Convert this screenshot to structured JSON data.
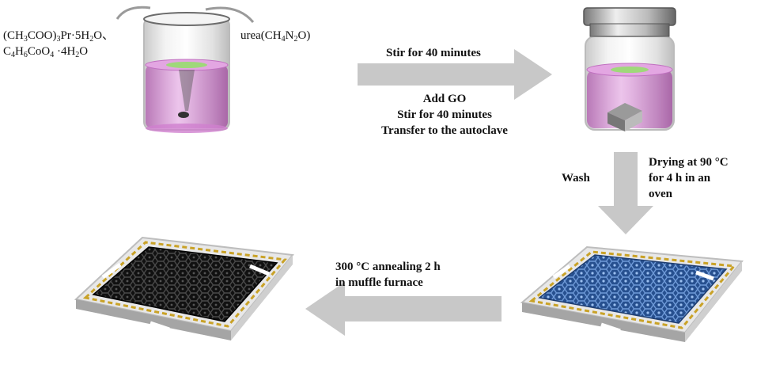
{
  "reagents": {
    "left_line1": "(CH3COO)3Pr·5H2O、",
    "left_line2": "C4H6CoO4 ·4H2O",
    "right": "urea(CH4N2O)"
  },
  "step1": {
    "arrow_label": "Stir for 40 minutes",
    "below_line1": "Add GO",
    "below_line2": "Stir for 40 minutes",
    "below_line3": "Transfer to the autoclave"
  },
  "step2": {
    "left_label": "Wash",
    "right_line1": "Drying at 90 °C",
    "right_line2": "for 4 h in an",
    "right_line3": "oven"
  },
  "step3": {
    "line1": "300 °C annealing 2 h",
    "line2": "in muffle furnace"
  },
  "colors": {
    "arrow": "#c8c8c8",
    "solution": "#d98ad8",
    "green_disk": "#9fd87a",
    "product_blue": "#2f5fa8",
    "product_black": "#1a1a1a",
    "gold_edge": "#c9a227"
  }
}
